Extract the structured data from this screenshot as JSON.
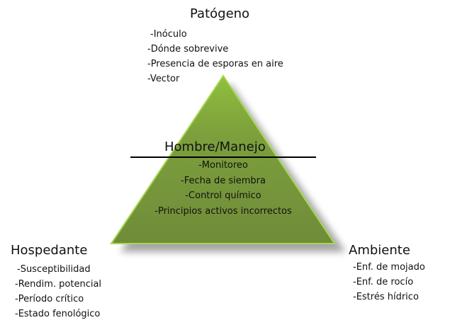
{
  "diagram": {
    "type": "disease-triangle",
    "colors": {
      "fill_top": "#8fc03e",
      "fill_bottom": "#6f8c3a",
      "edge": "#a6d94f",
      "divider": "#000000"
    },
    "top": {
      "title": "Patógeno",
      "items": [
        "-Inóculo",
        "-Dónde sobrevive",
        "-Presencia de esporas en aire",
        "-Vector"
      ]
    },
    "center": {
      "title": "Hombre/Manejo",
      "items": [
        "-Monitoreo",
        "-Fecha de siembra",
        "-Control químico",
        "-Principios activos incorrectos"
      ]
    },
    "left": {
      "title": "Hospedante",
      "items": [
        "-Susceptibilidad",
        "-Rendim. potencial",
        "-Período crítico",
        "-Estado fenológico"
      ]
    },
    "right": {
      "title": "Ambiente",
      "items": [
        "-Enf. de mojado",
        "-Enf. de rocío",
        "-Estrés hídrico"
      ]
    }
  }
}
